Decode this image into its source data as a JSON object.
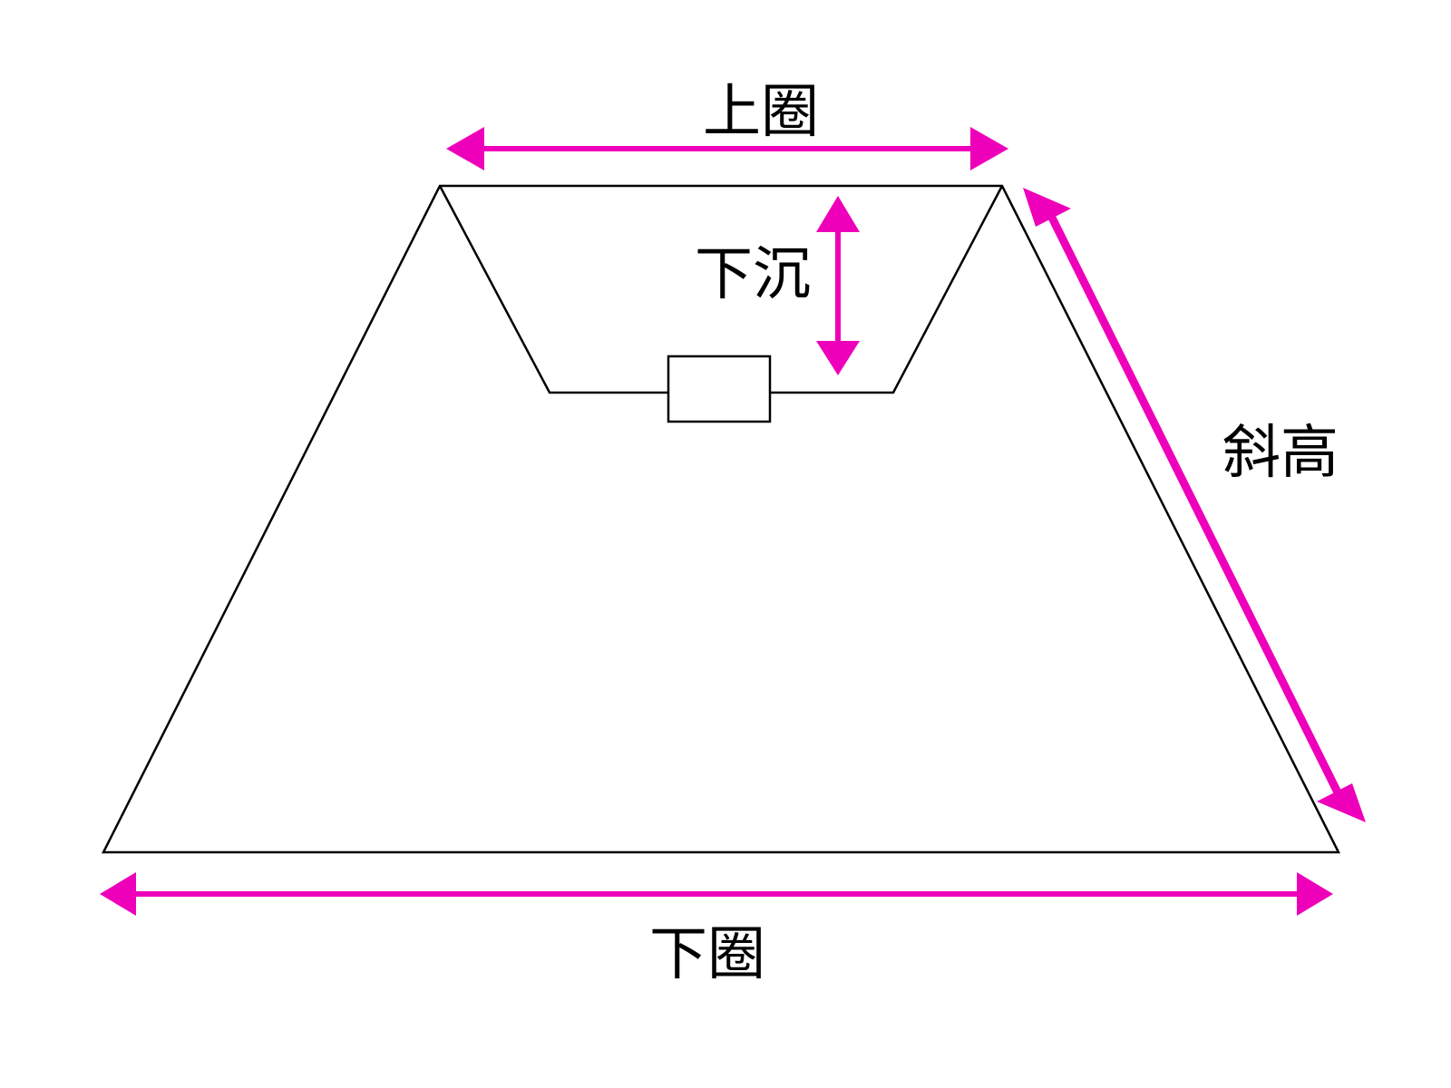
{
  "labels": {
    "top_ring": "上圈",
    "drop": "下沉",
    "slant_height": "斜高",
    "bottom_ring": "下圈"
  },
  "colors": {
    "dimension_arrow": "#ee00bb",
    "outline": "#000000",
    "background": "#ffffff"
  }
}
